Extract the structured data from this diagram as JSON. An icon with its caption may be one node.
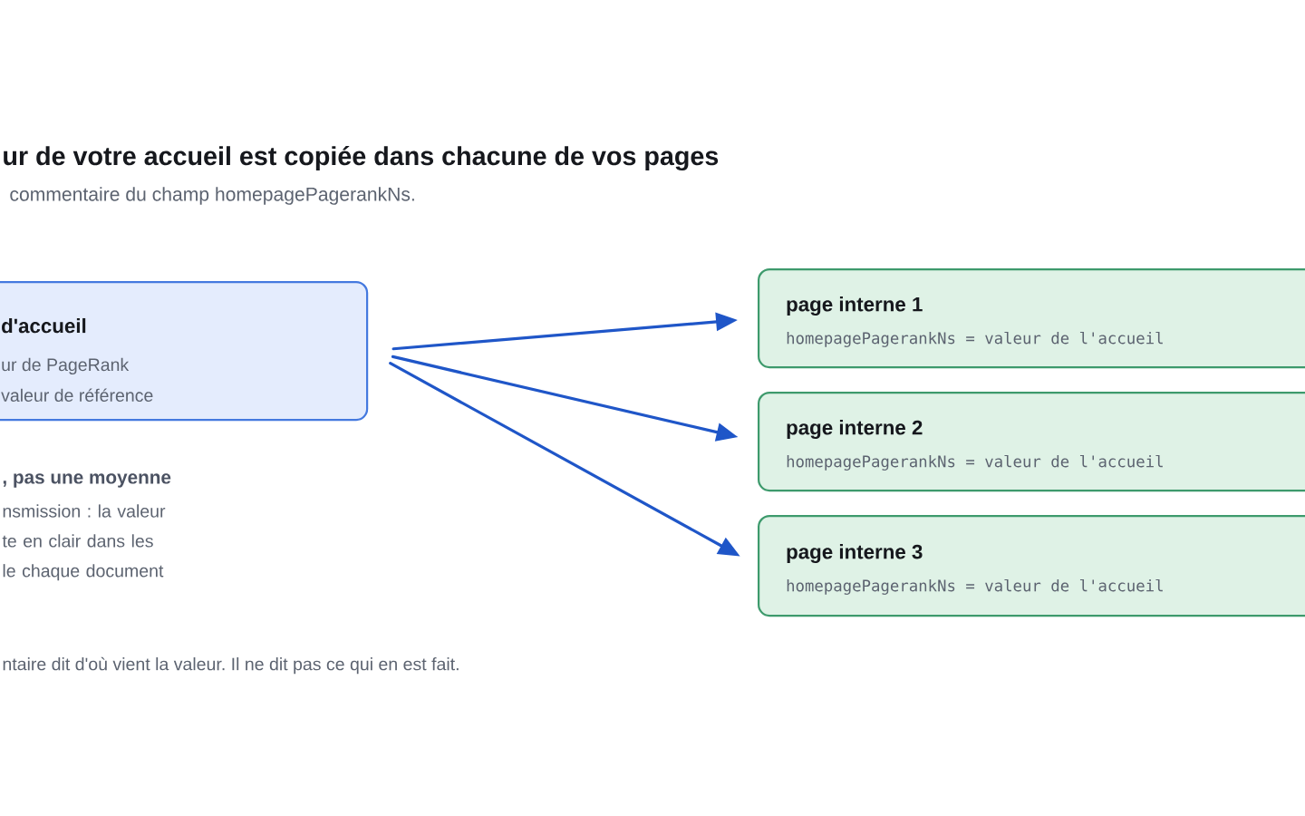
{
  "diagram": {
    "title": "ur de votre accueil est copiée dans chacune de vos pages",
    "nodes": [
      {
        "text": [
          "d'accueil",
          "ur de PageRank valeur de référence"
        ]
      },
      {
        "text": [
          "page interne 1",
          "homepagePagerankNs = valeur de l'accueil"
        ]
      },
      {
        "text": [
          "page interne 2",
          "homepagePagerankNs = valeur de l'accueil"
        ]
      },
      {
        "text": [
          "page interne 3",
          "homepagePagerankNs = valeur de l'accueil"
        ]
      }
    ],
    "edges": [
      {
        "from": 0,
        "to": 1,
        "arrow": "to"
      },
      {
        "from": 0,
        "to": 2,
        "arrow": "to"
      },
      {
        "from": 0,
        "to": 3,
        "arrow": "to"
      }
    ],
    "labels": [
      "commentaire du champ homepagePagerankNs.",
      ", pas une moyenne",
      "nsmission : la valeur te en clair dans les le chaque document",
      "ntaire dit d'où vient la valeur. Il ne dit pas ce qui en est fait."
    ]
  }
}
